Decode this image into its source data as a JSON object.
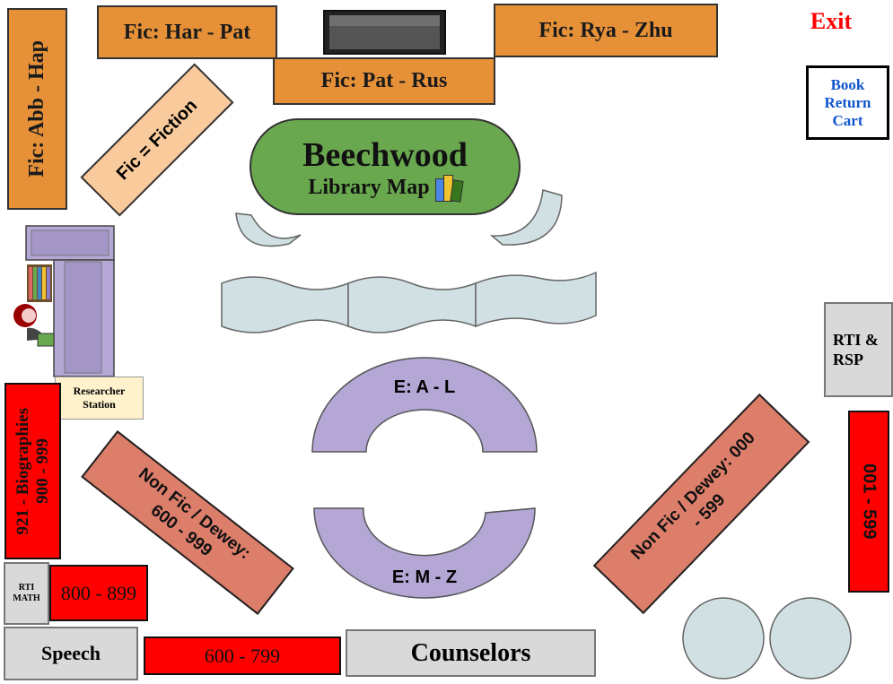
{
  "map": {
    "title_line1": "Beechwood",
    "title_line2": "Library Map",
    "title_icon": "books-icon",
    "exit_label": "Exit",
    "book_return_label": "Book Return Cart",
    "colors": {
      "fiction": "#e69138",
      "fiction_legend": "#f9cb9c",
      "title_green": "#6aa84f",
      "easy_purple": "#b4a7d6",
      "dewey_red": "#ff0000",
      "nonfiction_salmon": "#dd7e6b",
      "tables": "#d0e0e3",
      "grey_room": "#d9d9d9",
      "researcher": "#fff2cc",
      "exit_red": "#ff0000",
      "book_return_blue": "#1155cc"
    }
  },
  "sections": {
    "fic_har_pat": "Fic: Har - Pat",
    "fic_pat_rus": "Fic: Pat - Rus",
    "fic_rya_zhu": "Fic: Rya - Zhu",
    "fic_abb_hap": "Fic: Abb - Hap",
    "fic_legend": "Fic = Fiction",
    "researcher_station": "Researcher Station",
    "biographies_line1": "900 - 999",
    "biographies_line2": "921 - Biographies",
    "nonfic_600": "Non Fic / Dewey: 600 - 999",
    "nonfic_000": "Non Fic / Dewey: 000 - 599",
    "easy_a_l": "E: A - L",
    "easy_m_z": "E: M - Z",
    "rti_rsp": "RTI & RSP",
    "dewey_001_599": "001 - 599",
    "rti_math": "RTI MATH",
    "dewey_800_899": "800 - 899",
    "speech": "Speech",
    "dewey_600_799": "600 - 799",
    "counselors": "Counselors"
  }
}
